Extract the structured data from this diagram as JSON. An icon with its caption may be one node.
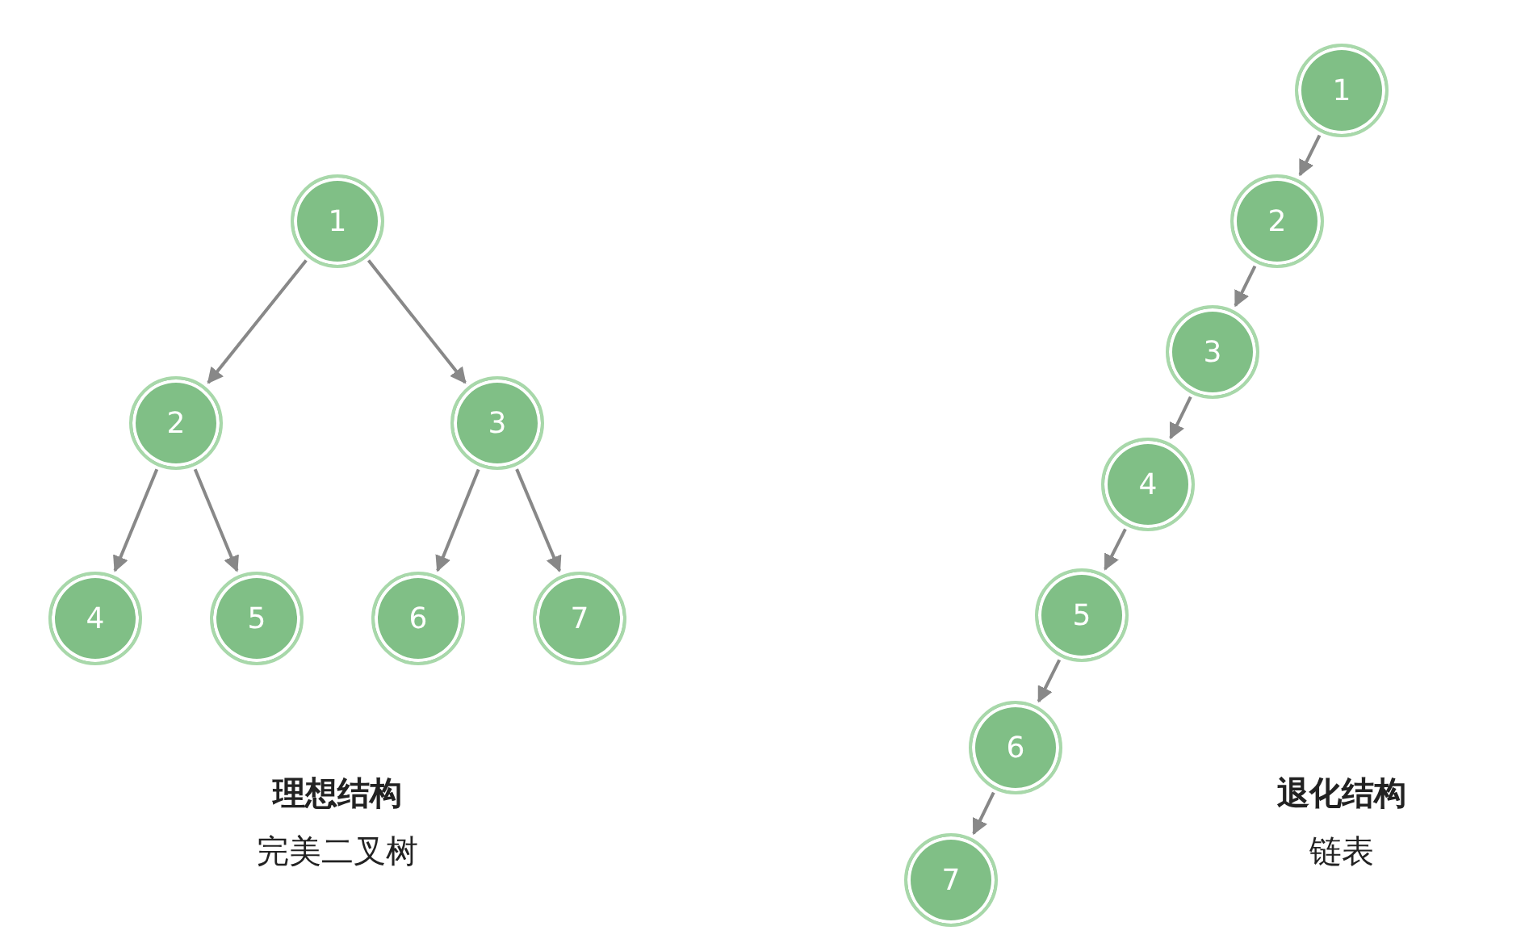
{
  "diagram": {
    "nodes": [
      {
        "text": [
          "1"
        ]
      },
      {
        "text": [
          "2"
        ]
      },
      {
        "text": [
          "3"
        ]
      },
      {
        "text": [
          "4"
        ]
      },
      {
        "text": [
          "5"
        ]
      },
      {
        "text": [
          "6"
        ]
      },
      {
        "text": [
          "7"
        ]
      },
      {
        "text": [
          "1"
        ]
      },
      {
        "text": [
          "2"
        ]
      },
      {
        "text": [
          "3"
        ]
      },
      {
        "text": [
          "4"
        ]
      },
      {
        "text": [
          "5"
        ]
      },
      {
        "text": [
          "6"
        ]
      },
      {
        "text": [
          "7"
        ]
      }
    ],
    "edges": [
      {
        "from": 0,
        "to": 1,
        "arrow": "to"
      },
      {
        "from": 0,
        "to": 2,
        "arrow": "to"
      },
      {
        "from": 1,
        "to": 3,
        "arrow": "to"
      },
      {
        "from": 1,
        "to": 4,
        "arrow": "to"
      },
      {
        "from": 2,
        "to": 5,
        "arrow": "to"
      },
      {
        "from": 2,
        "to": 6,
        "arrow": "to"
      },
      {
        "from": 7,
        "to": 8,
        "arrow": "to"
      },
      {
        "from": 8,
        "to": 9,
        "arrow": "to"
      },
      {
        "from": 9,
        "to": 10,
        "arrow": "to"
      },
      {
        "from": 10,
        "to": 11,
        "arrow": "to"
      },
      {
        "from": 11,
        "to": 12,
        "arrow": "to"
      },
      {
        "from": 12,
        "to": 13,
        "arrow": "to"
      }
    ],
    "labels": [
      "理想结构",
      "退化结构",
      "完美二叉树",
      "链表"
    ]
  }
}
